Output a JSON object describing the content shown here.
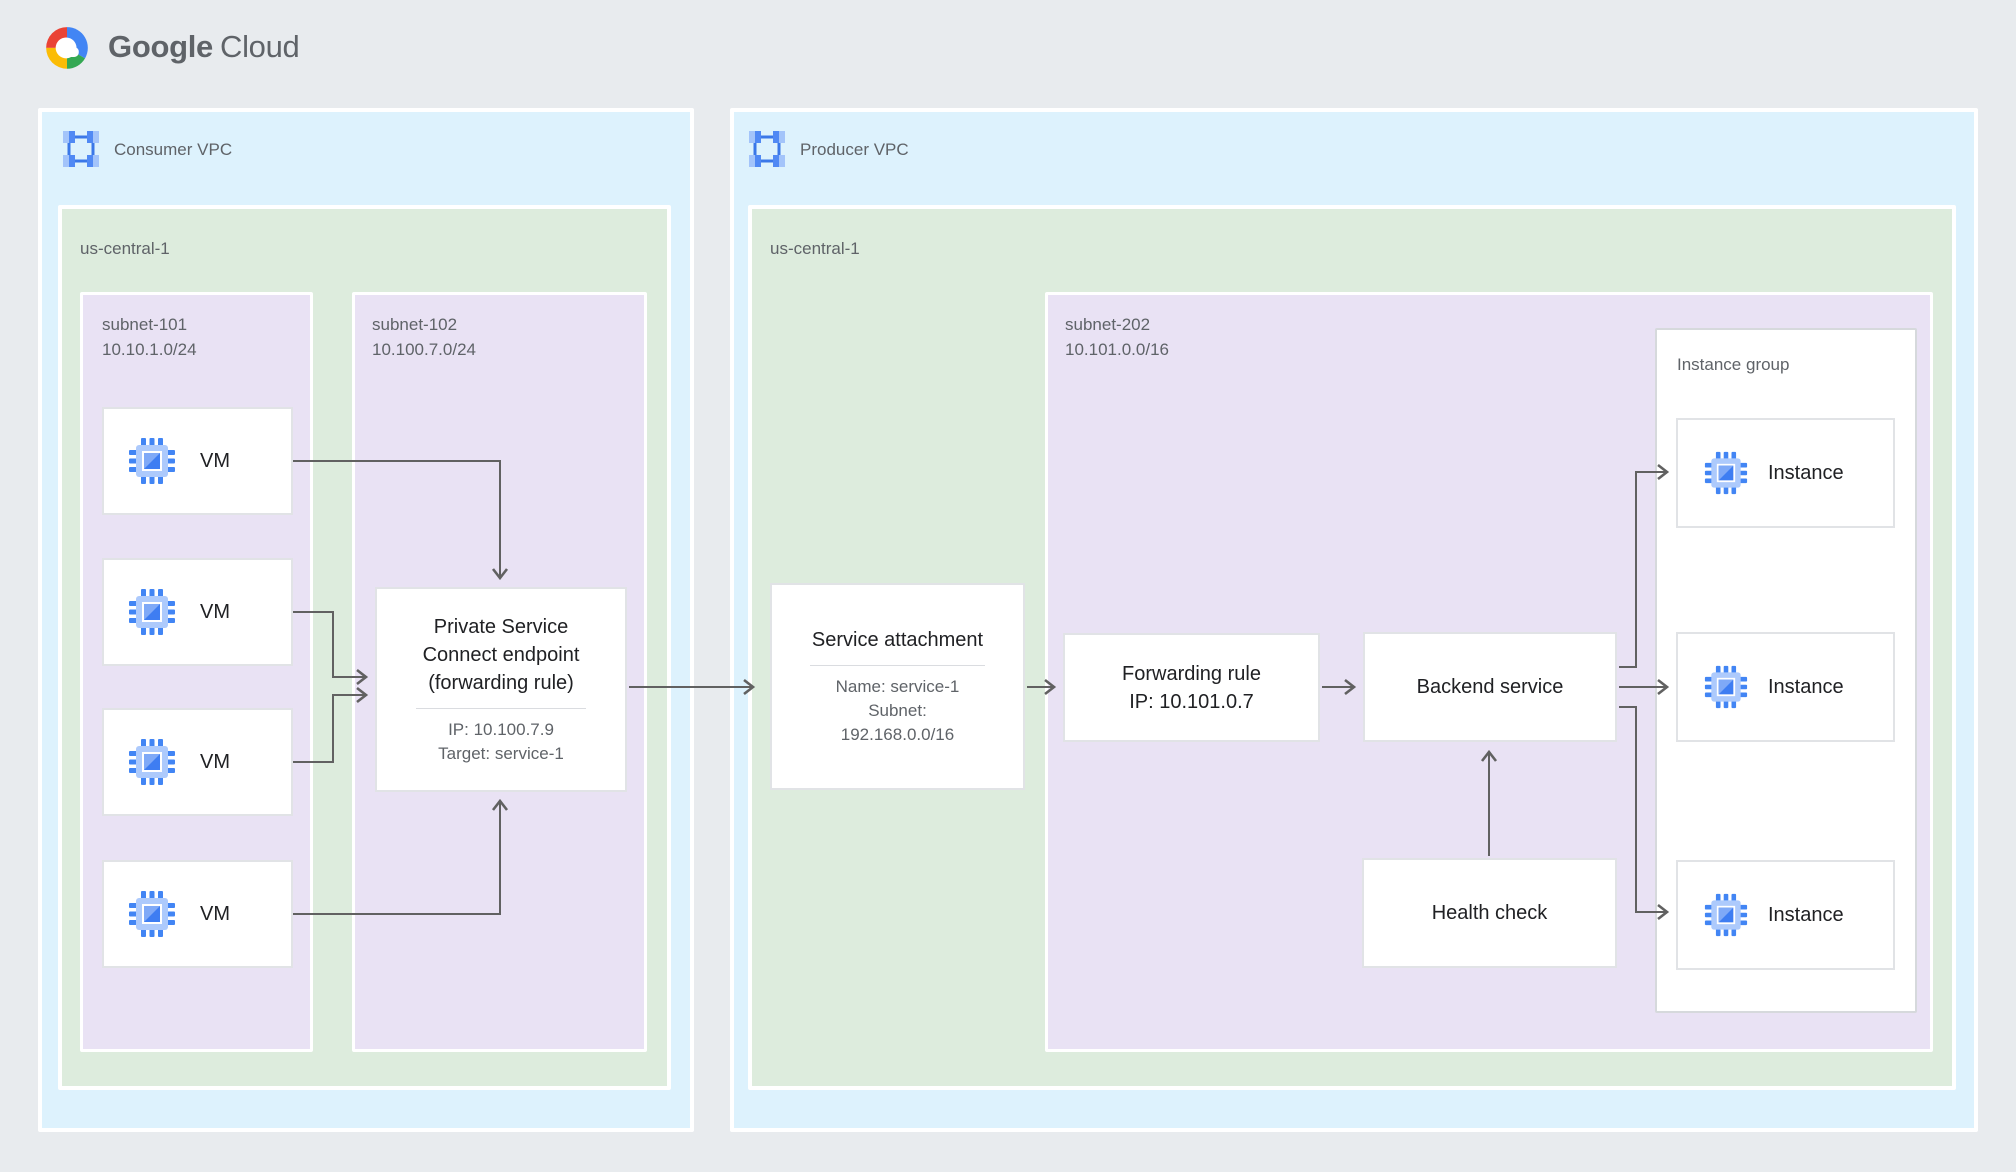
{
  "logo": {
    "google": "Google",
    "cloud": "Cloud"
  },
  "icons": {
    "logo_mark": "google-cloud-logo",
    "vpc_mark": "vpc-network-icon",
    "chip_mark": "compute-engine-chip-icon"
  },
  "colors": {
    "page_bg": "#e8ebee",
    "vpc_fill": "#ddf2fd",
    "region_fill": "#ddecdd",
    "subnet_fill": "#e9e2f4",
    "node_border": "#e1e3e6",
    "connector": "#616161",
    "text_primary": "#202124",
    "text_secondary": "#5f6368",
    "google_blue": "#4285f4",
    "google_red": "#ea4335",
    "google_yellow": "#fbbc05",
    "google_green": "#34a853"
  },
  "consumer_vpc": {
    "label": "Consumer VPC",
    "region": {
      "label": "us-central-1",
      "subnet_101": {
        "name": "subnet-101",
        "cidr": "10.10.1.0/24",
        "vms": [
          "VM",
          "VM",
          "VM",
          "VM"
        ]
      },
      "subnet_102": {
        "name": "subnet-102",
        "cidr": "10.100.7.0/24",
        "psc_endpoint": {
          "title_lines": [
            "Private Service",
            "Connect endpoint",
            "(forwarding rule)"
          ],
          "ip": "IP: 10.100.7.9",
          "target": "Target: service-1"
        }
      }
    }
  },
  "producer_vpc": {
    "label": "Producer VPC",
    "region": {
      "label": "us-central-1",
      "service_attachment": {
        "title": "Service attachment",
        "name": "Name: service-1",
        "subnet_word": "Subnet:",
        "subnet_cidr": "192.168.0.0/16"
      },
      "subnet_202": {
        "name": "subnet-202",
        "cidr": "10.101.0.0/16",
        "forwarding_rule": {
          "title": "Forwarding rule",
          "ip": "IP: 10.101.0.7"
        },
        "backend_service": {
          "title": "Backend service"
        },
        "health_check": {
          "title": "Health check"
        },
        "instance_group": {
          "label": "Instance group",
          "instances": [
            "Instance",
            "Instance",
            "Instance"
          ]
        }
      }
    }
  }
}
